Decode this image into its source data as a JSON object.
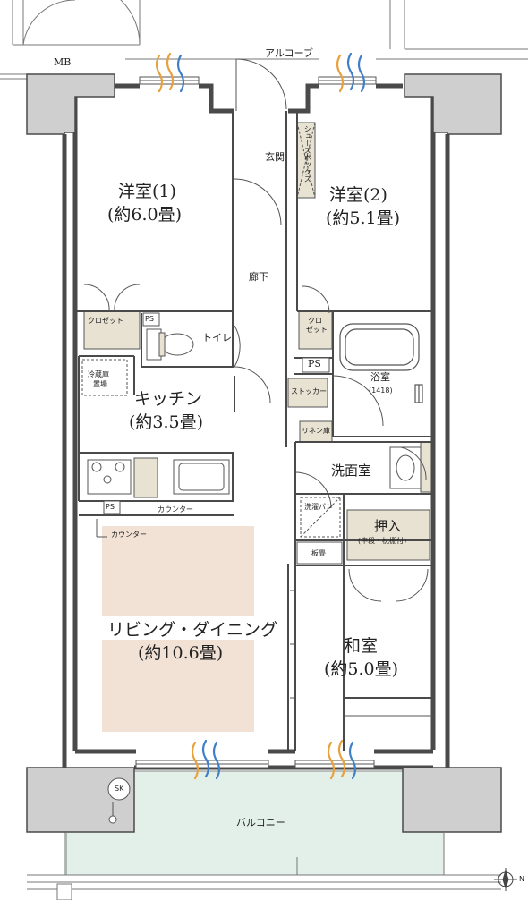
{
  "labels": {
    "mb": "MB",
    "alcove": "アルコーブ",
    "entrance": "玄関",
    "shoe_box": "シューズボックス",
    "western1_name": "洋室(1)",
    "western1_size": "(約6.0畳)",
    "western2_name": "洋室(2)",
    "western2_size": "(約5.1畳)",
    "hallway": "廊下",
    "closet1": "クロゼット",
    "closet2_line1": "クロ",
    "closet2_line2": "ゼット",
    "ps1": "PS",
    "ps2": "PS",
    "ps3": "PS",
    "toilet": "トイレ",
    "fridge_line1": "冷蔵庫",
    "fridge_line2": "置場",
    "kitchen_name": "キッチン",
    "kitchen_size": "(約3.5畳)",
    "stocker": "ストッカー",
    "bath_name": "浴室",
    "bath_size": "(1418)",
    "linen": "リネン庫",
    "washroom": "洗面室",
    "washer": "洗濯パン",
    "oshiire_name": "押入",
    "oshiire_note": "(中段・枕棚付)",
    "counter1": "カウンター",
    "counter2": "カウンター",
    "board": "板畳",
    "living_name": "リビング・ダイニング",
    "living_size": "(約10.6畳)",
    "japanese_name": "和室",
    "japanese_size": "(約5.0畳)",
    "sk": "SK",
    "balcony": "バルコニー",
    "north": "N"
  },
  "colors": {
    "wall": "#cfcfcf",
    "wall_line": "#4a4a4a",
    "storage": "#e8e2d2",
    "storage_dark": "#d9d3c0",
    "living_floor": "#f2e1d5",
    "balcony_floor": "#e3efe9",
    "airflow_orange": "#e8a13c",
    "airflow_blue": "#3f7fc8"
  }
}
